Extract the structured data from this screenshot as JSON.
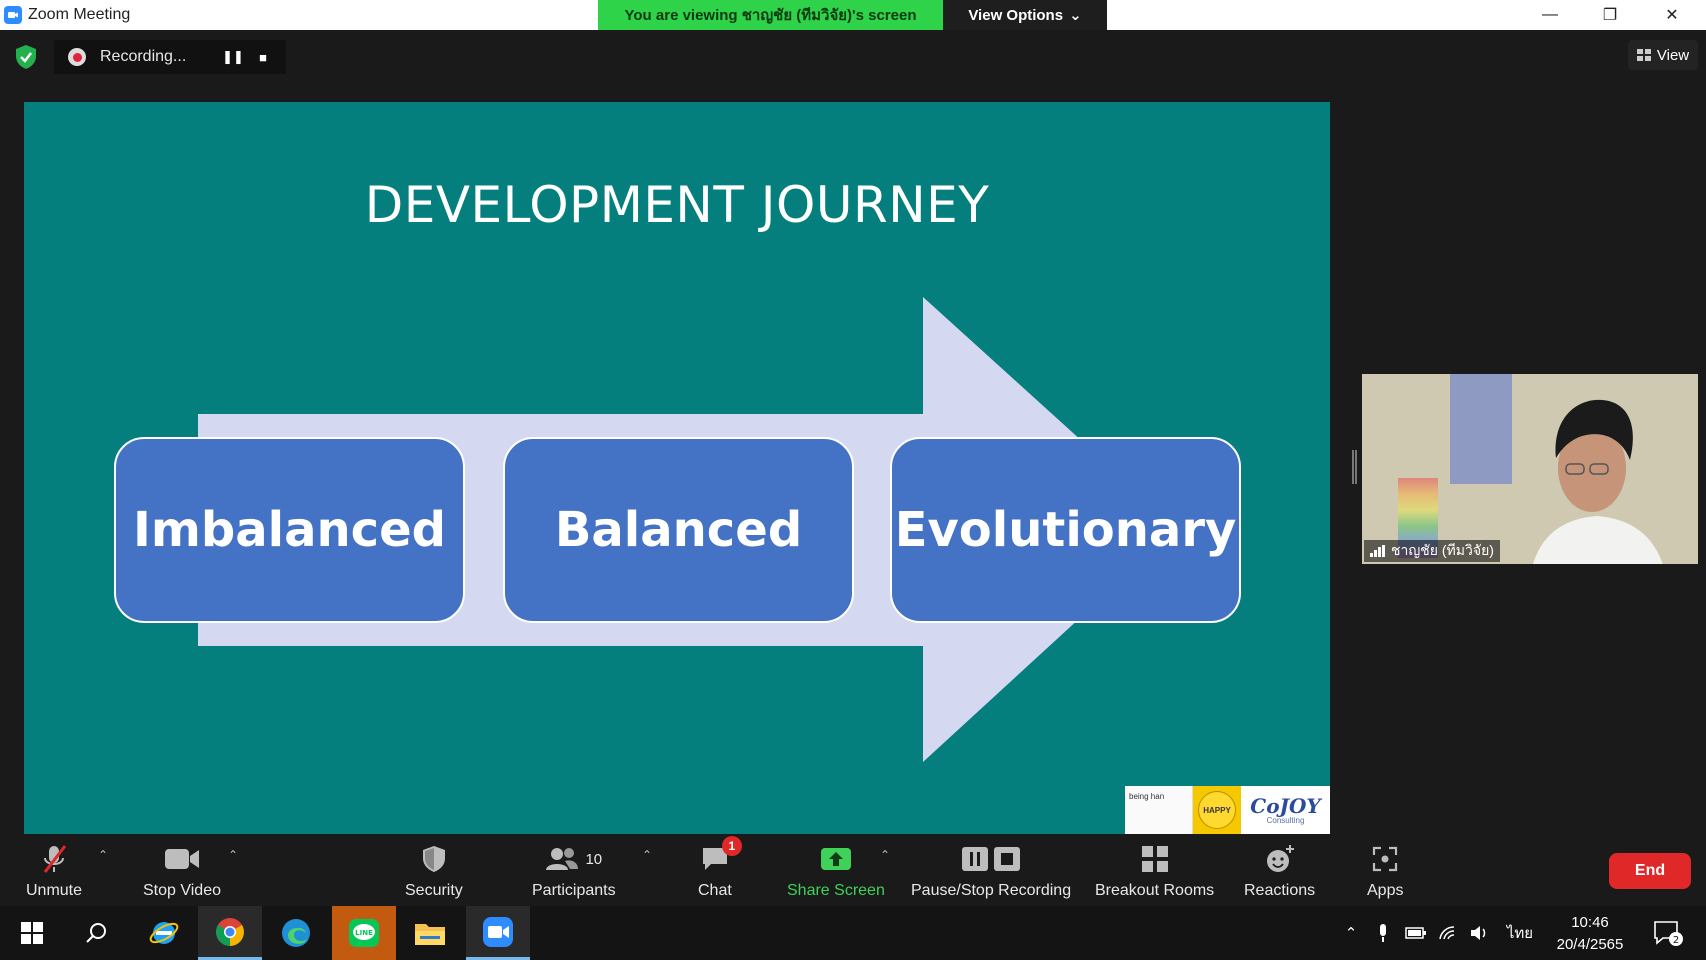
{
  "window": {
    "title": "Zoom Meeting",
    "viewing_banner": "You are viewing ชาญชัย (ทีมวิจัย)'s screen",
    "view_options": "View Options",
    "minimize": "—",
    "restore": "❐",
    "close": "✕"
  },
  "recording": {
    "status": "Recording...",
    "pause": "❚❚",
    "stop": "■"
  },
  "view_button": "View",
  "slide": {
    "title": "DEVELOPMENT JOURNEY",
    "stages": [
      "Imbalanced",
      "Balanced",
      "Evolutionary"
    ],
    "arrow_color": "#d4d8f0",
    "box_color": "#4472c4",
    "background": "#047f7d",
    "logos": {
      "logo_a": "being han",
      "logo_b": "HAPPY",
      "logo_c_main": "CoJOY",
      "logo_c_sub": "Consulting"
    }
  },
  "participant": {
    "name": "ชาญชัย (ทีมวิจัย)"
  },
  "toolbar": {
    "unmute": "Unmute",
    "stop_video": "Stop Video",
    "security": "Security",
    "participants": "Participants",
    "participants_count": "10",
    "chat": "Chat",
    "chat_badge": "1",
    "share_screen": "Share Screen",
    "pause_stop_recording": "Pause/Stop Recording",
    "breakout_rooms": "Breakout Rooms",
    "reactions": "Reactions",
    "apps": "Apps",
    "end": "End",
    "share_color": "#3fd15a",
    "end_color": "#e02828"
  },
  "taskbar": {
    "language": "ไทย",
    "time": "10:46",
    "date": "20/4/2565",
    "notifications": "2",
    "line_label": "LINE"
  }
}
